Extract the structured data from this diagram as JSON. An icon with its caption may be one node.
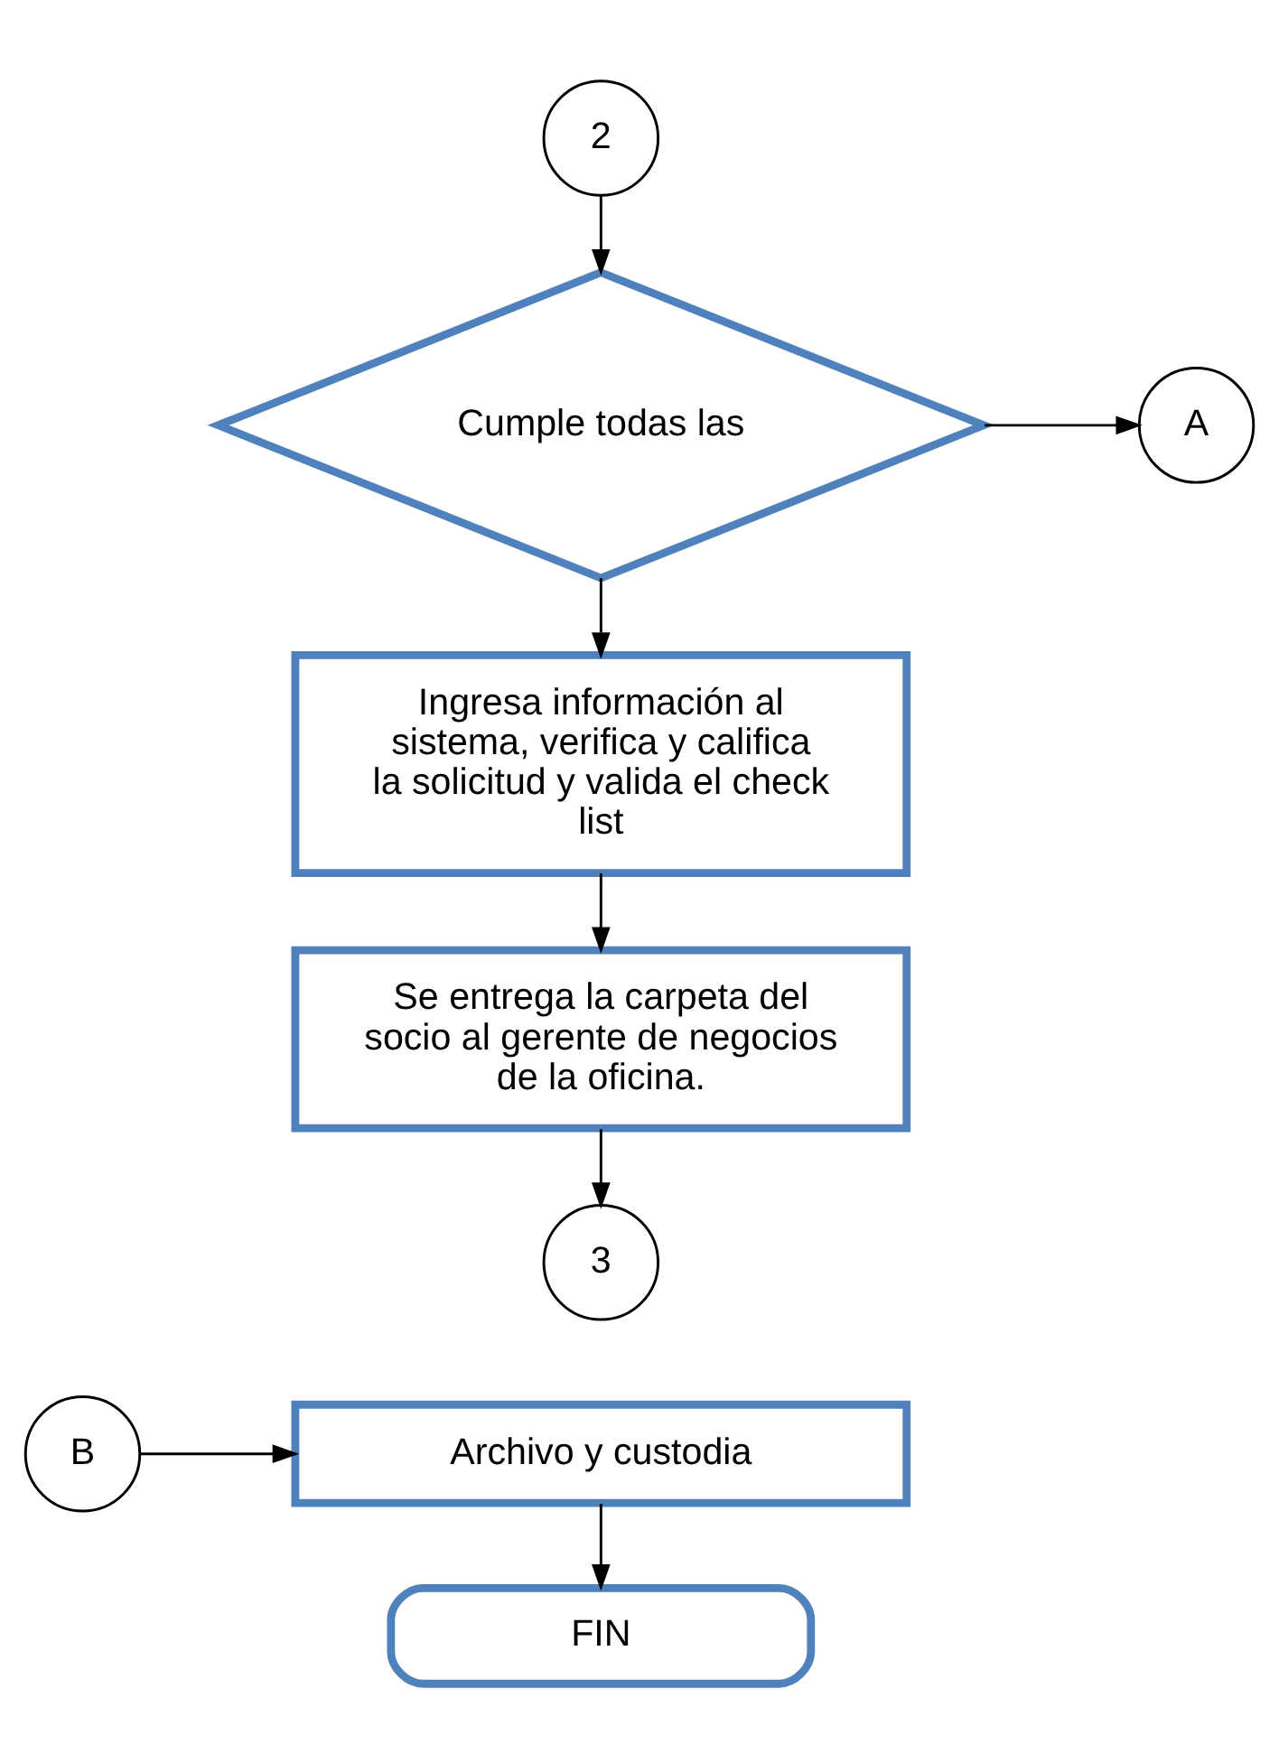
{
  "diagram": {
    "nodes": [
      {
        "text": [
          "2"
        ]
      },
      {
        "text": [
          "Cumple todas las"
        ]
      },
      {
        "text": [
          "A"
        ]
      },
      {
        "text": [
          "Ingresa información al sistema, verifica y califica la solicitud y valida el check list"
        ]
      },
      {
        "text": [
          "Se entrega la carpeta del socio al gerente de negocios de la oficina."
        ]
      },
      {
        "text": [
          "3"
        ]
      },
      {
        "text": [
          "Archivo y custodia"
        ]
      },
      {
        "text": [
          "B"
        ]
      },
      {
        "text": [
          "FIN"
        ]
      }
    ],
    "edges": [
      {
        "from": 0,
        "to": 1,
        "arrow": "to"
      },
      {
        "from": 1,
        "to": 2,
        "arrow": "to"
      },
      {
        "from": 1,
        "to": 3,
        "arrow": "to"
      },
      {
        "from": 3,
        "to": 4,
        "arrow": "to"
      },
      {
        "from": 4,
        "to": 5,
        "arrow": "to"
      },
      {
        "from": 7,
        "to": 6,
        "arrow": "to"
      },
      {
        "from": 6,
        "to": 8,
        "arrow": "to"
      }
    ]
  }
}
